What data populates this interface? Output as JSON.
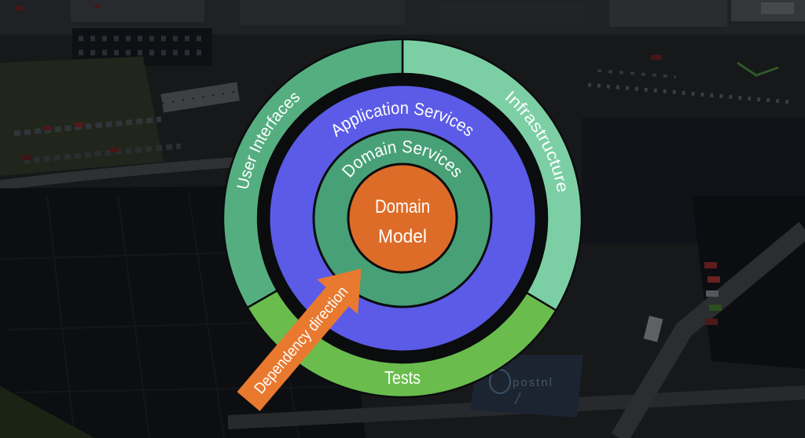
{
  "diagram": {
    "outer_segments": [
      {
        "id": "user-interfaces",
        "label": "User Interfaces",
        "color": "#55AE80"
      },
      {
        "id": "infrastructure",
        "label": "Infrastructure",
        "color": "#7CCFA4"
      },
      {
        "id": "tests",
        "label": "Tests",
        "color": "#6ABD4D"
      }
    ],
    "application_services": {
      "label": "Application Services",
      "color": "#5B5BE8"
    },
    "domain_services": {
      "label": "Domain Services",
      "color": "#48A077"
    },
    "domain_model": {
      "line1": "Domain",
      "line2": "Model",
      "color": "#DD6C28"
    },
    "dependency_arrow": {
      "label": "Dependency direction",
      "color": "#E8792F"
    },
    "label_color": "#FFFFFF",
    "outline_color": "#0B0C0E"
  },
  "background": {
    "watermark": "postnl"
  }
}
